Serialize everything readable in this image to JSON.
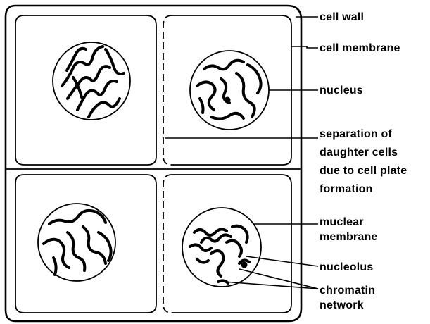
{
  "labels": {
    "cell_wall": "cell wall",
    "cell_membrane": "cell membrane",
    "nucleus": "nucleus",
    "separation_1": "separation  of",
    "separation_2": "daughter cells",
    "separation_3": "due to cell plate",
    "separation_4": "formation",
    "nuclear_membrane_1": "muclear",
    "nuclear_membrane_2": "membrane",
    "nucleolus": "nucleolus",
    "chromatin_1": "chromatin",
    "chromatin_2": "network"
  }
}
